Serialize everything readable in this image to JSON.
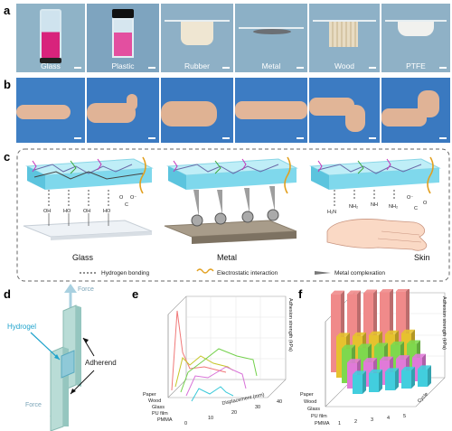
{
  "panels": {
    "a": "a",
    "b": "b",
    "c": "c",
    "d": "d",
    "e": "e",
    "f": "f"
  },
  "panel_a": {
    "captions": [
      "Glass",
      "Plastic",
      "Rubber",
      "Metal",
      "Wood",
      "PTFE"
    ]
  },
  "panel_c": {
    "substrates": [
      "Glass",
      "Metal",
      "Skin"
    ],
    "groups": {
      "oh": "OH",
      "ho": "HO",
      "nh2": "NH₂",
      "h2n": "H₂N",
      "nh": "NH",
      "c": "C",
      "o": "O",
      "o_minus": "O⁻"
    },
    "legend": [
      "Hydrogen bonding",
      "Electrostatic interaction",
      "Metal complexation"
    ]
  },
  "panel_d": {
    "force_top": "Force",
    "force_bottom": "Force",
    "hydrogel": "Hydrogel",
    "adherend": "Adherend"
  },
  "chart_data": [
    {
      "type": "line",
      "panel": "e",
      "xlabel": "Displacement (mm)",
      "ylabel": "Adhesion strength (kPa)",
      "x_ticks": [
        "0",
        "10",
        "20",
        "30",
        "40"
      ],
      "series_axis_labels": [
        "Paper",
        "Wood",
        "Glass",
        "PU film",
        "PMMA"
      ],
      "colors": {
        "Paper": "#f07878",
        "Wood": "#c6c629",
        "Glass": "#72d04a",
        "PU film": "#d872d8",
        "PMMA": "#38c8d8"
      }
    },
    {
      "type": "bar",
      "panel": "f",
      "ylabel": "Adhesion strength (kPa)",
      "xlabel": "Cycle",
      "cycles": [
        "1",
        "2",
        "3",
        "4",
        "5"
      ],
      "materials": [
        "Paper",
        "Wood",
        "Glass",
        "PU film",
        "PMMA"
      ],
      "colors": {
        "Paper": "#f08a8a",
        "Wood": "#e6c22e",
        "Glass": "#7ed84e",
        "PU film": "#e07ad8",
        "PMMA": "#42cede"
      },
      "series": [
        {
          "name": "Paper",
          "values": [
            18,
            17.6,
            17.4,
            17.2,
            17.0
          ]
        },
        {
          "name": "Wood",
          "values": [
            9.5,
            9.2,
            9.0,
            8.8,
            8.6
          ]
        },
        {
          "name": "Glass",
          "values": [
            8.0,
            7.8,
            7.6,
            7.5,
            7.4
          ]
        },
        {
          "name": "PU film",
          "values": [
            6.0,
            5.8,
            5.7,
            5.6,
            5.5
          ]
        },
        {
          "name": "PMMA",
          "values": [
            4.5,
            4.4,
            4.3,
            4.2,
            4.1
          ]
        }
      ],
      "ylim": [
        0,
        20
      ]
    }
  ]
}
